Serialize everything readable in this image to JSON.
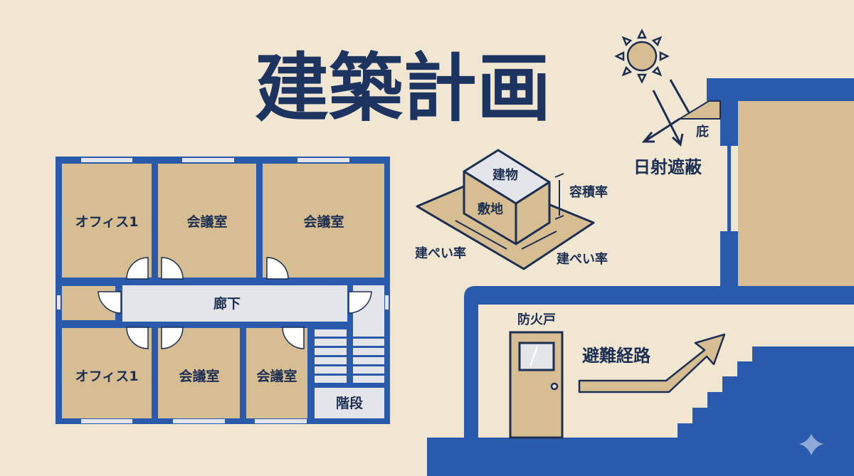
{
  "title": "建築計画",
  "floor_plan": {
    "rooms": [
      "オフィス1",
      "会議室",
      "会議室",
      "オフィス1",
      "会議室",
      "会議室"
    ],
    "corridor": "廊下",
    "stairs": "階段"
  },
  "site_diagram": {
    "building": "建物",
    "site": "敷地",
    "floor_area_ratio": "容積率",
    "coverage_ratio_left": "建ぺい率",
    "coverage_ratio_right": "建ぺい率"
  },
  "solar": {
    "eave": "庇",
    "shading": "日射遮蔽"
  },
  "evacuation": {
    "fire_door": "防火戸",
    "route": "避難経路"
  },
  "colors": {
    "background": "#f1e6d2",
    "wall_blue": "#2a5aab",
    "tan": "#d6bd92",
    "navy": "#1c2f52",
    "light": "#e4e5ea"
  }
}
